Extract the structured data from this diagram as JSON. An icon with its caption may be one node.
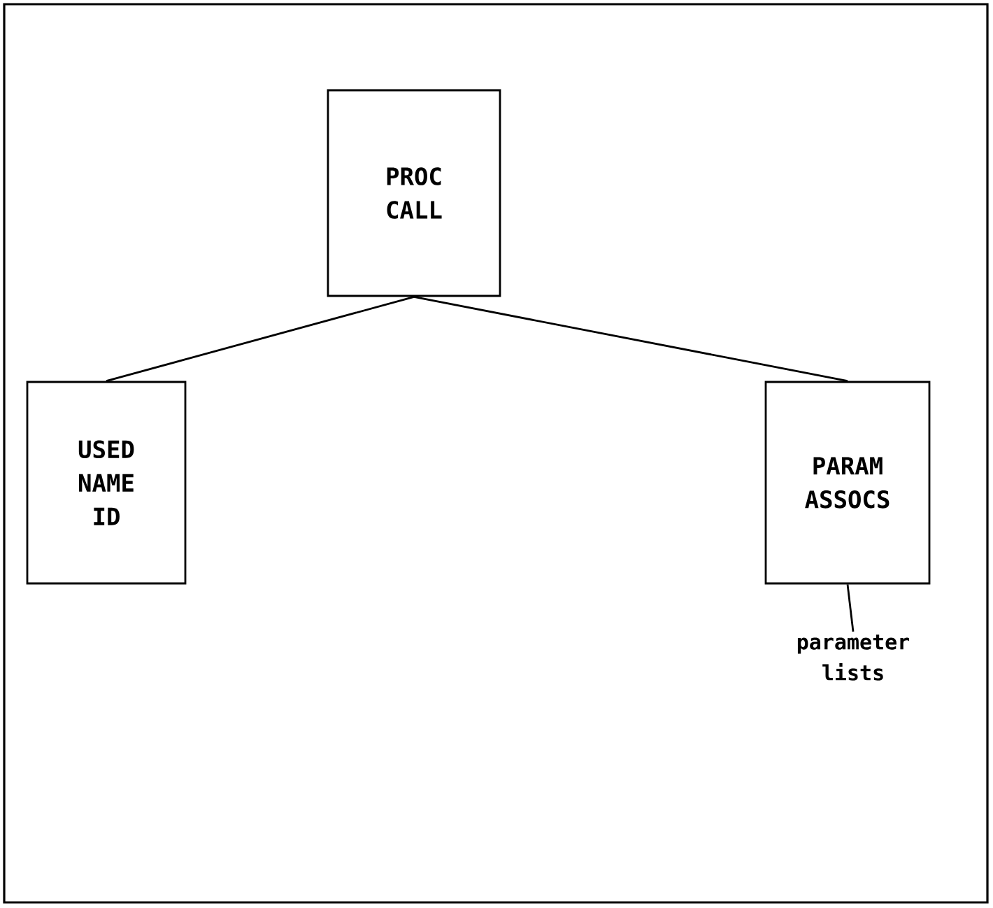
{
  "diagram": {
    "nodes": [
      {
        "text": [
          "PROC CALL"
        ]
      },
      {
        "text": [
          "USED NAME ID"
        ]
      },
      {
        "text": [
          "PARAM ASSOCS"
        ]
      },
      {
        "text": [
          "parameter lists"
        ]
      }
    ],
    "edges": [
      {
        "from": 0,
        "to": 1,
        "arrow": "none"
      },
      {
        "from": 0,
        "to": 2,
        "arrow": "none"
      },
      {
        "from": 2,
        "to": 3,
        "arrow": "none"
      }
    ]
  }
}
